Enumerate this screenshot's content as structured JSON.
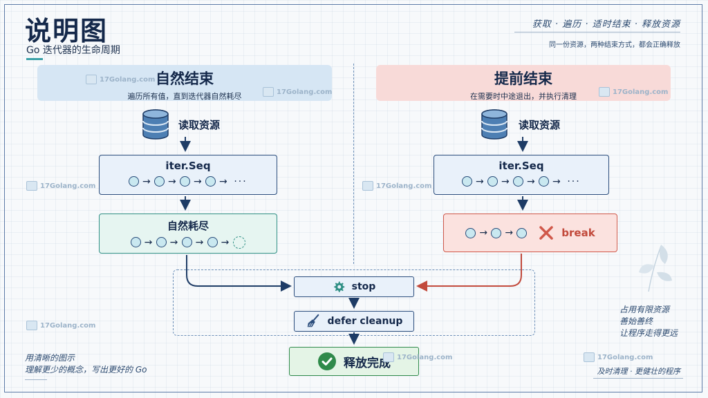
{
  "header": {
    "title": "说明图",
    "subtitle": "Go 迭代器的生命周期",
    "tagline": "获取 · 遍历 · 适时结束 · 释放资源",
    "note": "同一份资源，两种结束方式，都会正确释放"
  },
  "left": {
    "title": "自然结束",
    "desc": "遍历所有值，直到迭代器自然耗尽",
    "read_label": "读取资源",
    "seq_title": "iter.Seq",
    "end_title": "自然耗尽"
  },
  "right": {
    "title": "提前结束",
    "desc": "在需要时中途退出，并执行清理",
    "read_label": "读取资源",
    "seq_title": "iter.Seq",
    "break_label": "break"
  },
  "flow": {
    "stop_label": "stop",
    "cleanup_label": "defer  cleanup",
    "done_label": "释放完成"
  },
  "side_note": {
    "line1": "占用有限资源",
    "line2": "善始善终",
    "line3": "让程序走得更远"
  },
  "footer": {
    "left_line1": "用清晰的图示",
    "left_line2": "理解更少的概念，写出更好的 Go",
    "right": "及时清理 · 更健壮的程序"
  },
  "watermark": "17Golang.com",
  "colors": {
    "navy": "#14284a",
    "teal": "#2f8f84",
    "red": "#d0584a",
    "green": "#2f8a4a"
  }
}
